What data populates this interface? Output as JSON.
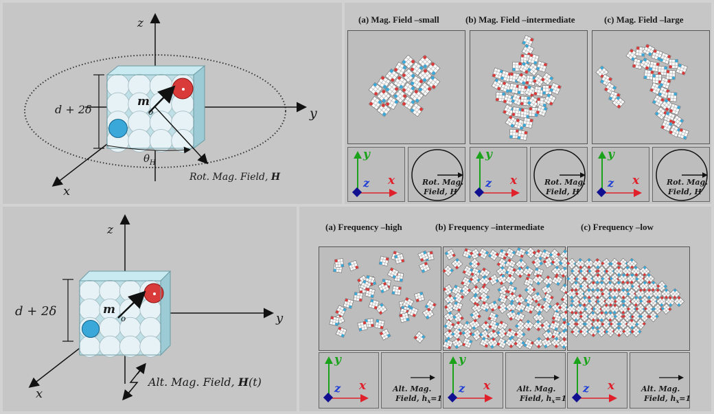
{
  "top_schematic": {
    "axis_z": "z",
    "axis_y": "y",
    "axis_x": "x",
    "size_label": "d + 2δ",
    "moment_label": "m",
    "origin_label": "o",
    "angle_label": "θ",
    "angle_subscript": "H",
    "field_label_prefix": "Rot. Mag. Field, ",
    "field_symbol": "H"
  },
  "rotating_panels": [
    {
      "caption": "(a) Mag. Field –small"
    },
    {
      "caption": "(b) Mag. Field –intermediate"
    },
    {
      "caption": "(c) Mag. Field –large"
    }
  ],
  "rotating_inset": {
    "axis_y": "y",
    "axis_z": "z",
    "axis_x": "x",
    "field_line1": "Rot. Mag.",
    "field_line2": "Field, H"
  },
  "bottom_schematic": {
    "axis_z": "z",
    "axis_y": "y",
    "axis_x": "x",
    "size_label": "d + 2δ",
    "moment_label": "m",
    "origin_label": "o",
    "field_label_prefix": "Alt. Mag. Field, ",
    "field_symbol": "H",
    "field_suffix": "(t)"
  },
  "alternating_panels": [
    {
      "caption": "(a) Frequency –high"
    },
    {
      "caption": "(b) Frequency –intermediate"
    },
    {
      "caption": "(c) Frequency –low"
    }
  ],
  "alternating_inset": {
    "axis_y": "y",
    "axis_z": "z",
    "axis_x": "x",
    "field_line1": "Alt. Mag.",
    "field_line2_prefix": "Field, h",
    "field_subscript": "x",
    "field_value": "=1"
  },
  "colors": {
    "background": "#c6c6c6",
    "cube_fill": "#bfe3ea",
    "sphere": "#e6f2f5",
    "red_particle": "#d93a3a",
    "blue_particle": "#3aa8d8",
    "axis_green": "#1aa31a",
    "axis_blue": "#1f3fd6",
    "axis_red": "#e0202a",
    "z_marker": "#101090"
  }
}
